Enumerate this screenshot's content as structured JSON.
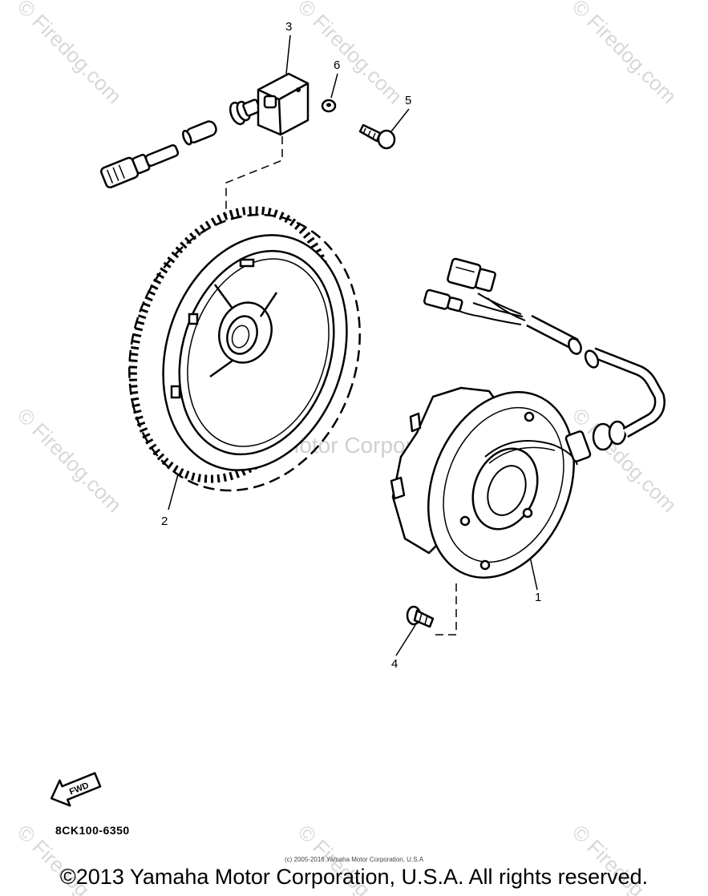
{
  "diagram": {
    "part_code": "8CK100-6350",
    "fwd_label": "FWD",
    "callouts": {
      "c1": "1",
      "c2": "2",
      "c3": "3",
      "c4": "4",
      "c5": "5",
      "c6": "6"
    }
  },
  "watermark": {
    "site": "© Firedog.com",
    "center": "© Firedog.com",
    "brand_faint": "Yamaha Motor Corporation, U.S.A."
  },
  "footer": {
    "small_copyright": "(c) 2005-2016 Yamaha Motor Corporation, U.S.A",
    "copyright": "©2013 Yamaha Motor Corporation, U.S.A. All rights reserved."
  },
  "colors": {
    "line": "#000000",
    "watermark": "#d8d8d8",
    "background": "#ffffff"
  }
}
